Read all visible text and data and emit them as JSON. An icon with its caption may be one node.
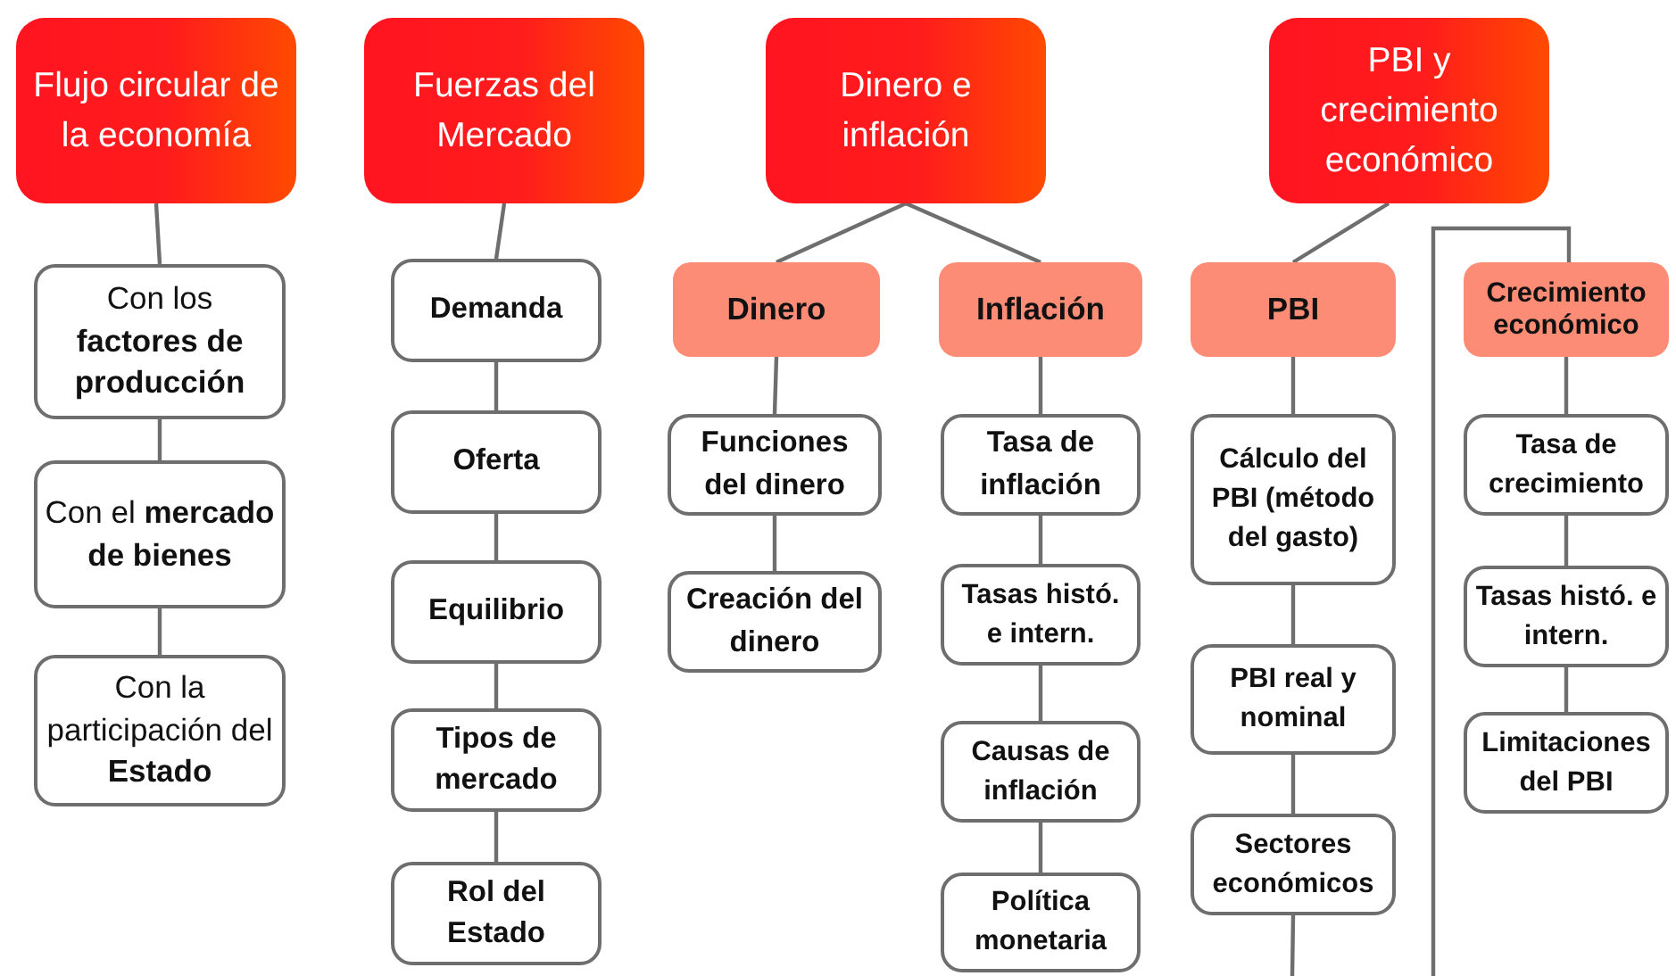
{
  "diagram": {
    "nodes": [
      {
        "text": [
          "Flujo circular de la economía"
        ]
      },
      {
        "text": [
          "Con los **factores de producción**"
        ]
      },
      {
        "text": [
          "Con el **mercado de bienes**"
        ]
      },
      {
        "text": [
          "Con la participación del **Estado**"
        ]
      },
      {
        "text": [
          "Fuerzas del Mercado"
        ]
      },
      {
        "text": [
          "Demanda"
        ]
      },
      {
        "text": [
          "Oferta"
        ]
      },
      {
        "text": [
          "Equilibrio"
        ]
      },
      {
        "text": [
          "Tipos de mercado"
        ]
      },
      {
        "text": [
          "Rol del Estado"
        ]
      },
      {
        "text": [
          "Dinero e inflación"
        ]
      },
      {
        "text": [
          "Dinero"
        ]
      },
      {
        "text": [
          "Inflación"
        ]
      },
      {
        "text": [
          "Funciones del dinero"
        ]
      },
      {
        "text": [
          "Creación del dinero"
        ]
      },
      {
        "text": [
          "Tasa de inflación"
        ]
      },
      {
        "text": [
          "Tasas histó. e intern."
        ]
      },
      {
        "text": [
          "Causas de inflación"
        ]
      },
      {
        "text": [
          "Política monetaria"
        ]
      },
      {
        "text": [
          "PBI y crecimiento económico"
        ]
      },
      {
        "text": [
          "PBI"
        ]
      },
      {
        "text": [
          "Crecimiento económico"
        ]
      },
      {
        "text": [
          "Cálculo del PBI (método del gasto)"
        ]
      },
      {
        "text": [
          "PBI real y nominal"
        ]
      },
      {
        "text": [
          "Sectores económicos"
        ]
      },
      {
        "text": [
          "Tasa de crecimiento"
        ]
      },
      {
        "text": [
          "Tasas histó. e intern."
        ]
      },
      {
        "text": [
          "Limitaciones del PBI"
        ]
      }
    ],
    "edges": [
      {
        "from": 0,
        "to": 1,
        "arrow": "none"
      },
      {
        "from": 1,
        "to": 2,
        "arrow": "none"
      },
      {
        "from": 2,
        "to": 3,
        "arrow": "none"
      },
      {
        "from": 4,
        "to": 5,
        "arrow": "none"
      },
      {
        "from": 5,
        "to": 6,
        "arrow": "none"
      },
      {
        "from": 6,
        "to": 7,
        "arrow": "none"
      },
      {
        "from": 7,
        "to": 8,
        "arrow": "none"
      },
      {
        "from": 8,
        "to": 9,
        "arrow": "none"
      },
      {
        "from": 10,
        "to": 11,
        "arrow": "none"
      },
      {
        "from": 10,
        "to": 12,
        "arrow": "none"
      },
      {
        "from": 11,
        "to": 13,
        "arrow": "none"
      },
      {
        "from": 13,
        "to": 14,
        "arrow": "none"
      },
      {
        "from": 12,
        "to": 15,
        "arrow": "none"
      },
      {
        "from": 15,
        "to": 16,
        "arrow": "none"
      },
      {
        "from": 16,
        "to": 17,
        "arrow": "none"
      },
      {
        "from": 17,
        "to": 18,
        "arrow": "none"
      },
      {
        "from": 19,
        "to": 20,
        "arrow": "none"
      },
      {
        "from": 20,
        "to": 22,
        "arrow": "none"
      },
      {
        "from": 22,
        "to": 23,
        "arrow": "none"
      },
      {
        "from": 23,
        "to": 24,
        "arrow": "none"
      },
      {
        "from": 24,
        "to": null,
        "arrow": "none"
      },
      {
        "from": null,
        "to": 21,
        "arrow": "none"
      },
      {
        "from": 21,
        "to": 25,
        "arrow": "none"
      },
      {
        "from": 25,
        "to": 26,
        "arrow": "none"
      },
      {
        "from": 26,
        "to": 27,
        "arrow": "none"
      }
    ]
  }
}
